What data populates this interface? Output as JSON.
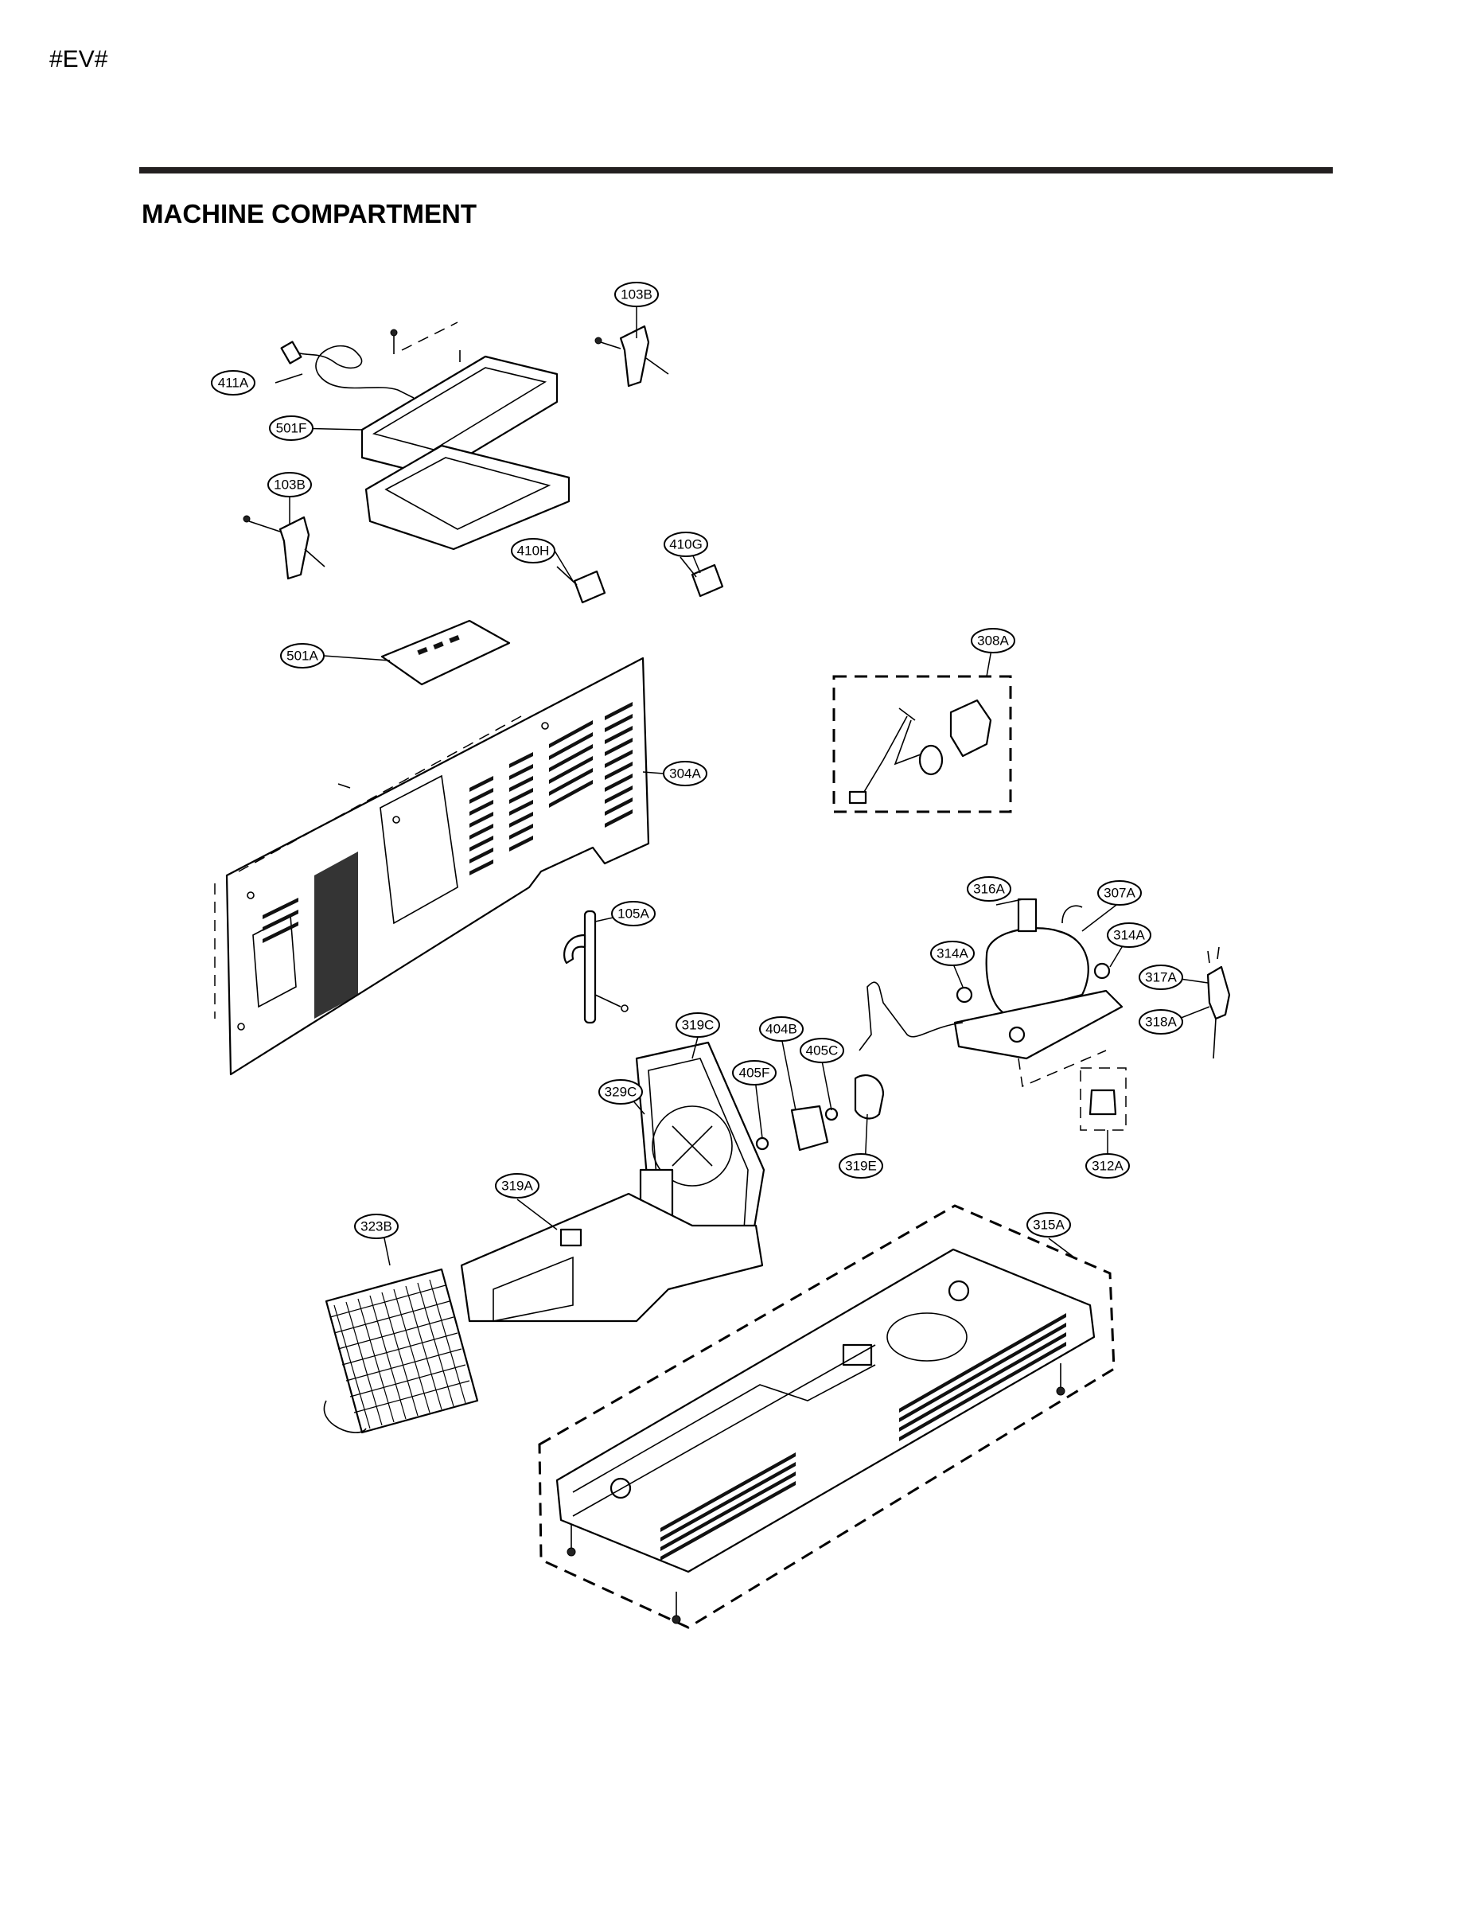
{
  "page": {
    "tag": "#EV#",
    "title": "MACHINE COMPARTMENT"
  },
  "callouts": [
    "103B",
    "411A",
    "501F",
    "103B",
    "410H",
    "410G",
    "501A",
    "304A",
    "308A",
    "105A",
    "316A",
    "307A",
    "314A",
    "314A",
    "317A",
    "318A",
    "319C",
    "404B",
    "405C",
    "405F",
    "329C",
    "319E",
    "312A",
    "319A",
    "323B",
    "315A"
  ]
}
